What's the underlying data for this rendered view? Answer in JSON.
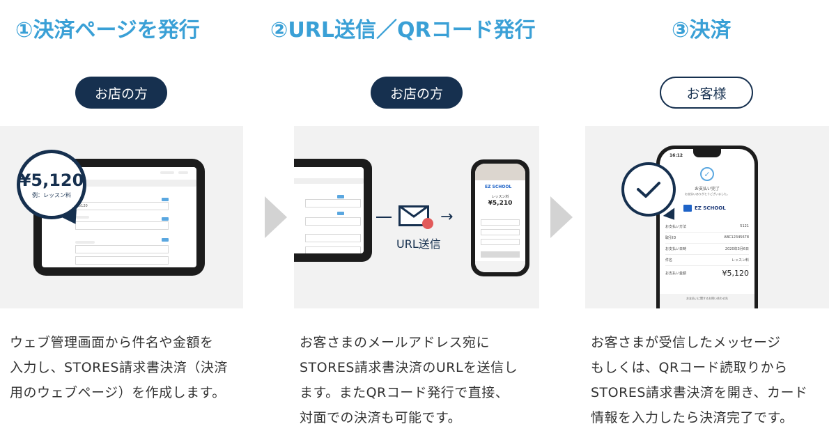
{
  "steps": [
    {
      "title": "①決済ページを発行",
      "pill": "お店の方",
      "description": [
        "ウェブ管理画面から件名や金額を",
        "入力し、STORES請求書決済（決済",
        "用のウェブページ）を作成します。"
      ]
    },
    {
      "title": "②URL送信／QRコード発行",
      "pill": "お店の方",
      "description": [
        "お客さまのメールアドレス宛に",
        "STORES請求書決済のURLを送信し",
        "ます。またQRコード発行で直接、",
        "対面での決済も可能です。"
      ]
    },
    {
      "title": "③決済",
      "pill": "お客様",
      "description": [
        "お客さまが受信したメッセージ",
        "もしくは、QRコード読取りから",
        "STORES請求書決済を開き、カード",
        "情報を入力したら決済完了です。"
      ]
    }
  ],
  "panel1": {
    "bubble_amount": "¥5,120",
    "bubble_caption": "例：レッスン料",
    "field_value": "5120"
  },
  "panel2": {
    "send_label": "URL送信",
    "phone_brand": "EZ SCHOOL",
    "phone_item": "レッスン料",
    "phone_amount": "¥5,210"
  },
  "panel3": {
    "status_time": "16:12",
    "complete_title": "お支払い完了",
    "complete_thanks": "お支払いありがとうございました。",
    "brand": "EZ SCHOOL",
    "rows": [
      {
        "label": "お支払い方法",
        "value": "5121"
      },
      {
        "label": "取引ID",
        "value": "ABC12345678"
      },
      {
        "label": "お支払い日時",
        "value": "2020年3月6日"
      },
      {
        "label": "件名",
        "value": "レッスン料"
      },
      {
        "label": "お支払い金額",
        "value": "¥5,120"
      }
    ],
    "footer_link": "お支払いに関するお問い合わせ先"
  },
  "colors": {
    "accent": "#3aa0d6",
    "navy": "#16304f",
    "panel_bg": "#f2f2f2",
    "chevron": "#d3d3d3",
    "notify": "#e25a5a"
  }
}
